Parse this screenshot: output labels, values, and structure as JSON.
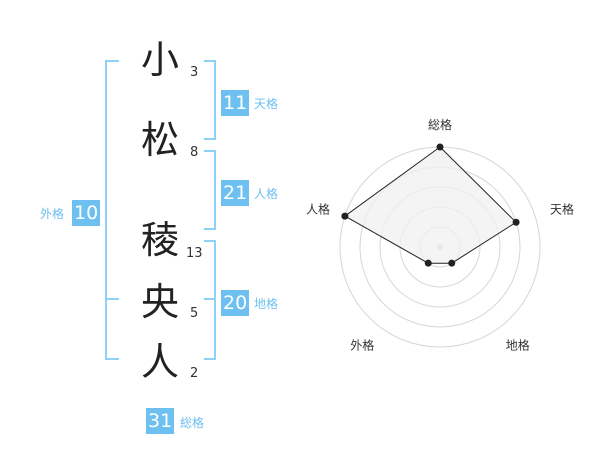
{
  "name_chars": [
    "小",
    "松",
    "稜",
    "央",
    "人"
  ],
  "strokes": [
    "3",
    "8",
    "13",
    "5",
    "2"
  ],
  "fortunes": {
    "tenkaku": {
      "value": "11",
      "label": "天格"
    },
    "jinkaku": {
      "value": "21",
      "label": "人格"
    },
    "chikaku": {
      "value": "20",
      "label": "地格"
    },
    "gaikaku": {
      "value": "10",
      "label": "外格"
    },
    "soukaku": {
      "value": "31",
      "label": "総格"
    }
  },
  "radar": {
    "axes": [
      "総格",
      "天格",
      "地格",
      "外格",
      "人格"
    ],
    "values": [
      5,
      4,
      1,
      1,
      5
    ],
    "max": 5,
    "rings": 5
  },
  "colors": {
    "accent": "#6ec0f0",
    "bracket": "#8fd0f6",
    "radar_line": "#222222",
    "radar_fill": "#f0f0f0"
  }
}
